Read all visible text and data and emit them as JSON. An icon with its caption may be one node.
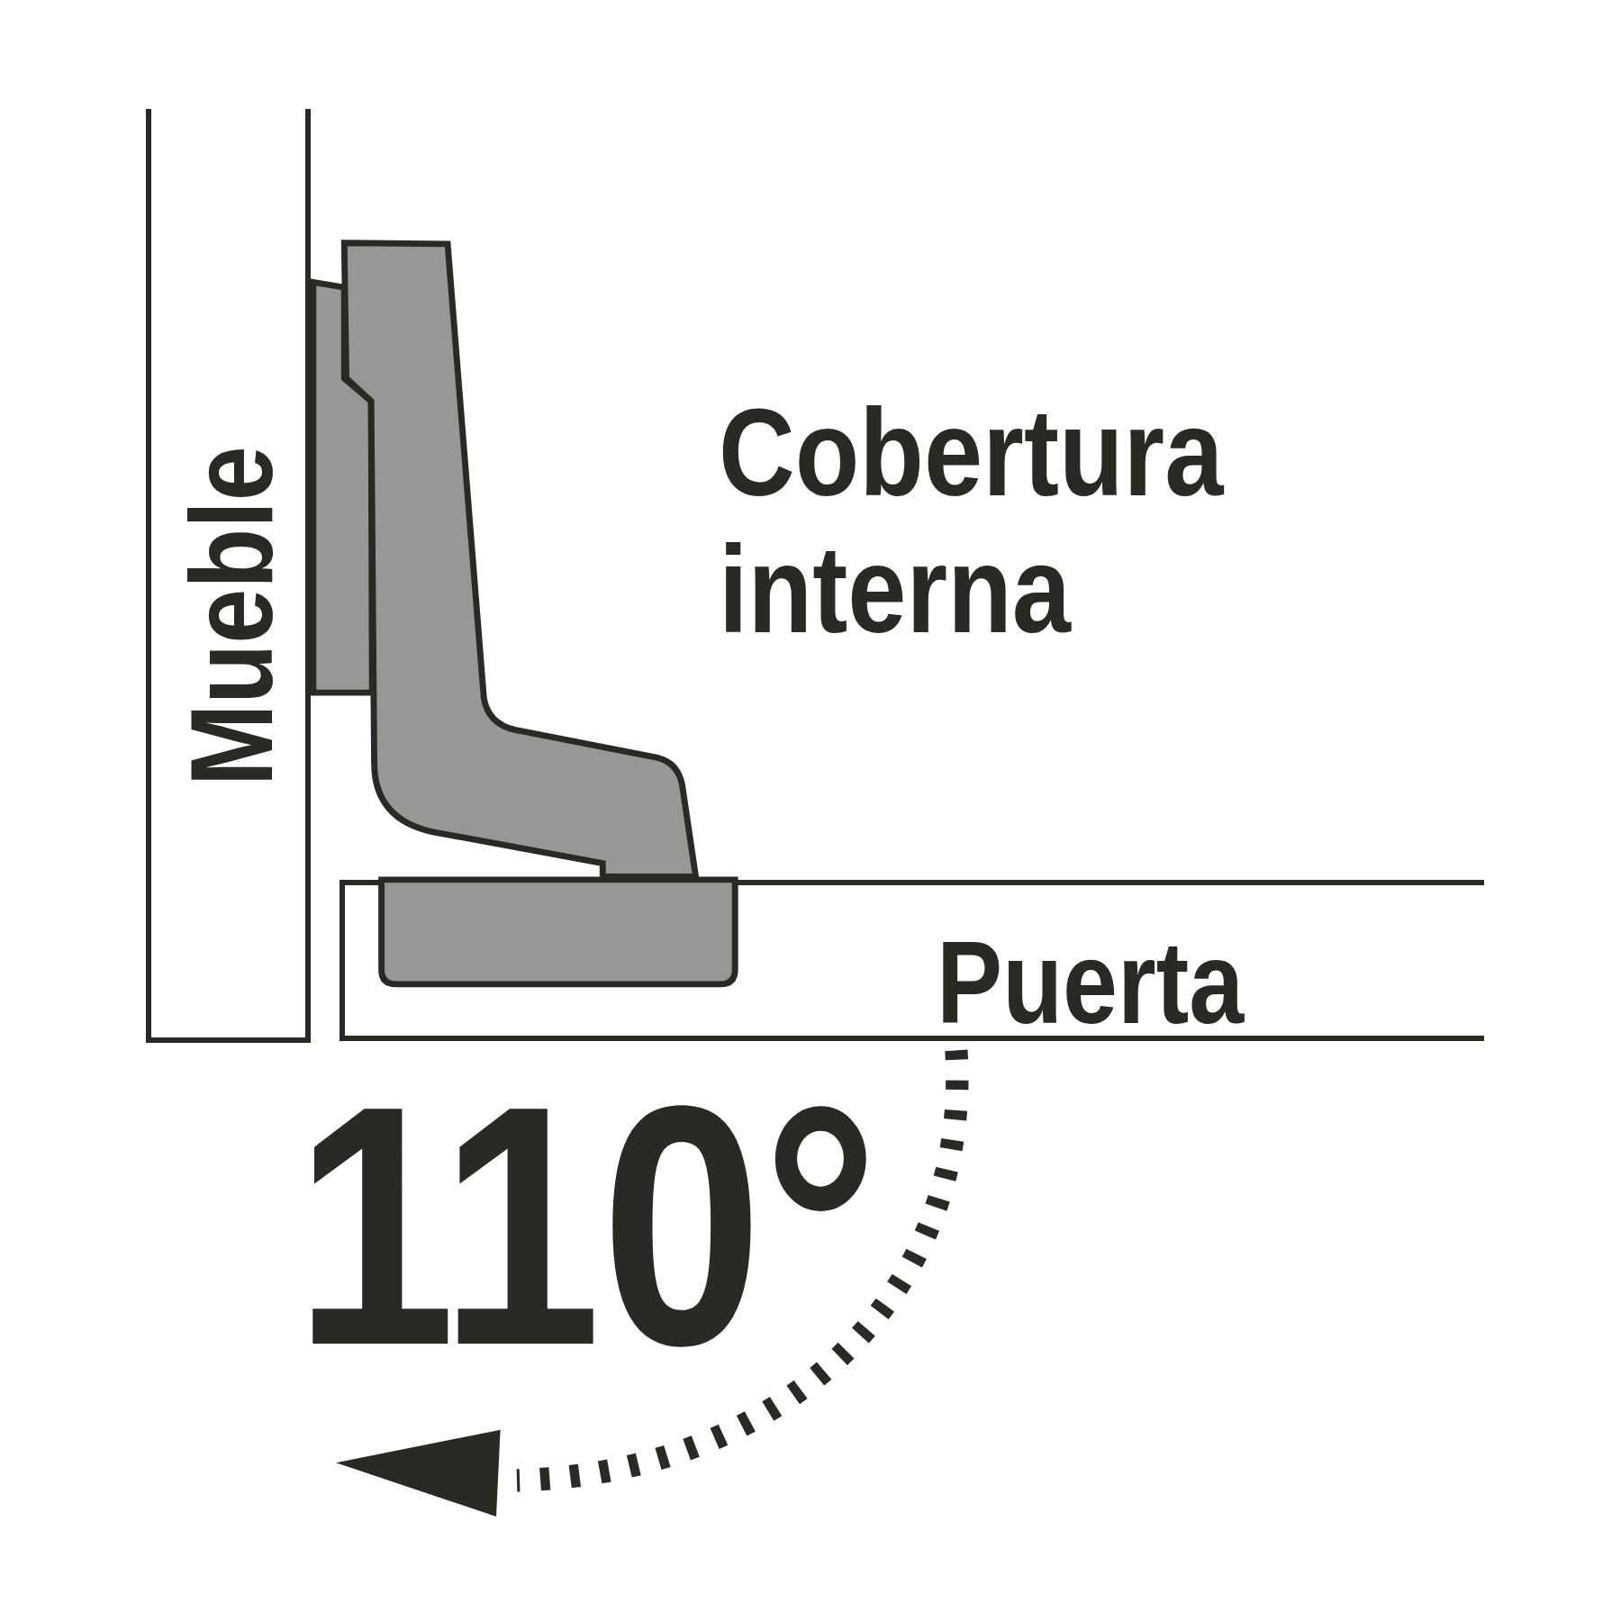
{
  "diagram": {
    "nodes": [
      {
        "text": [
          "Mueble"
        ]
      },
      {
        "text": [
          "Puerta"
        ]
      }
    ],
    "labels": [
      "Cobertura interna",
      "110°"
    ]
  }
}
